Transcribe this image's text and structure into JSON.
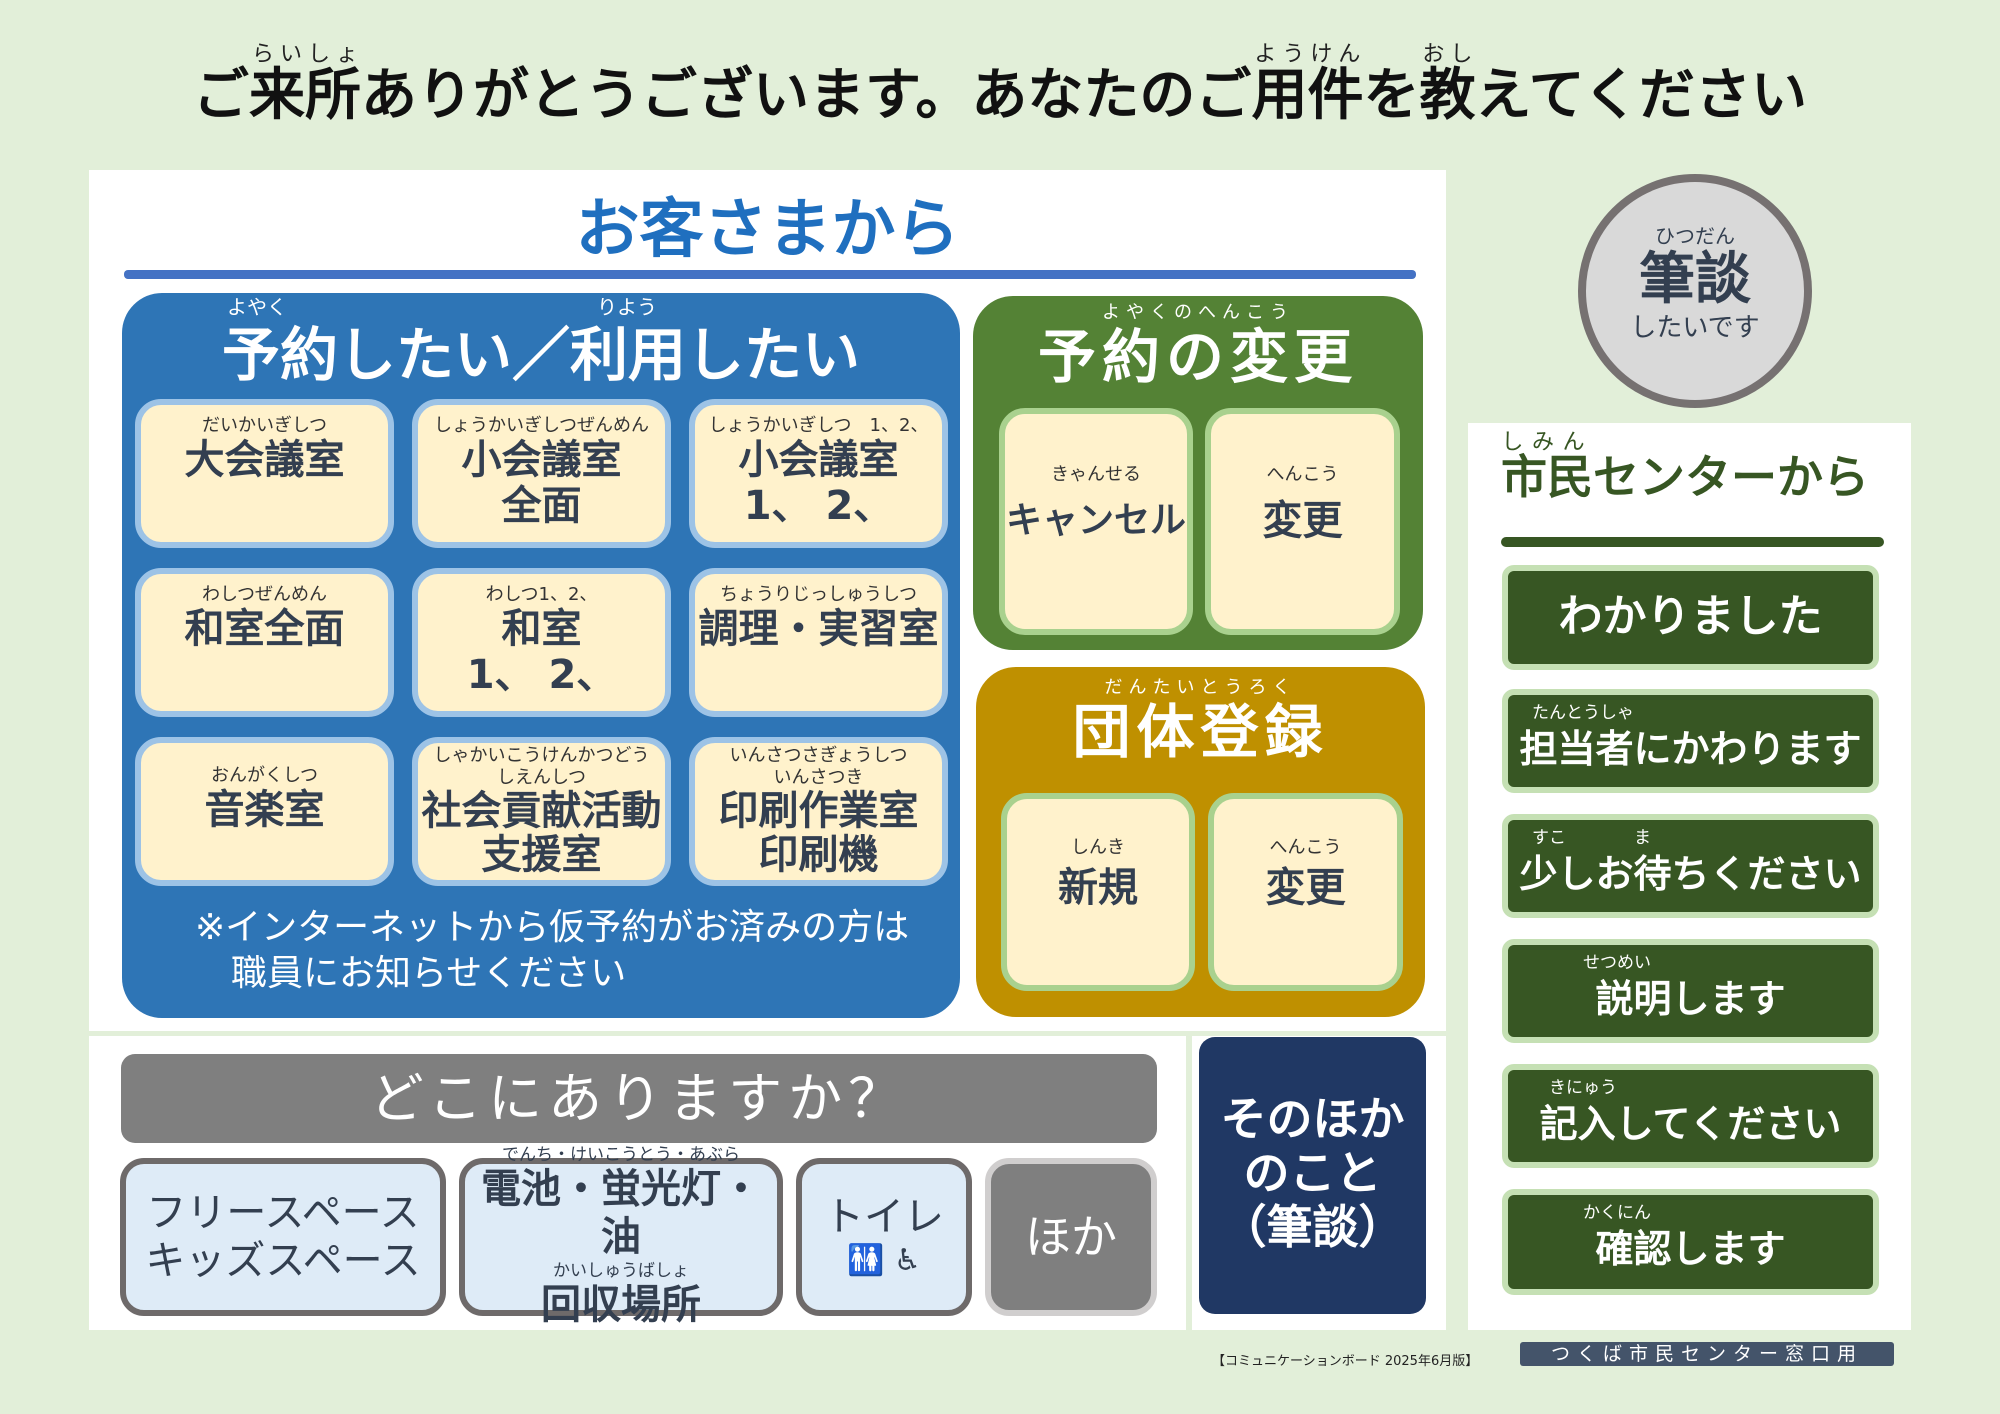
{
  "title": {
    "p1": "ご",
    "p2": "来所",
    "p2_ruby": "らいしょ",
    "p3": "ありがとうございます。あなたのご",
    "p4": "用件",
    "p4_ruby": "ようけん",
    "p5": "を",
    "p6": "教",
    "p6_ruby": "おし",
    "p7": "えてください"
  },
  "customer_heading": "お客さまから",
  "reserve": {
    "title": "予約したい／利用したい",
    "ruby1": "よやく",
    "ruby2": "りよう",
    "tiles": [
      {
        "ruby": "だいかいぎしつ",
        "label": "大会議室"
      },
      {
        "ruby": "しょうかいぎしつぜんめん",
        "label": "小会議室\n全面"
      },
      {
        "ruby": "しょうかいぎしつ　1、2、",
        "label": "小会議室\n1、 2、"
      },
      {
        "ruby": "わしつぜんめん",
        "label": "和室全面"
      },
      {
        "ruby": "わしつ1、2、",
        "label": "和室\n1、 2、"
      },
      {
        "ruby": "ちょうりじっしゅうしつ",
        "label": "調理・実習室"
      },
      {
        "ruby": "おんがくしつ",
        "label": "音楽室"
      },
      {
        "ruby": "しゃかいこうけんかつどう\nしえんしつ",
        "label": "社会貢献活動\n支援室"
      },
      {
        "ruby": "いんさつさぎょうしつ\nいんさつき",
        "label": "印刷作業室\n印刷機"
      }
    ],
    "note": "※インターネットから仮予約がお済みの方は\n　職員にお知らせください"
  },
  "change": {
    "ruby": "よやくのへんこう",
    "title": "予約の変更",
    "tiles": [
      {
        "ruby": "きゃんせる",
        "label": "キャンセル"
      },
      {
        "ruby": "へんこう",
        "label": "変更"
      }
    ]
  },
  "group": {
    "ruby": "だんたいとうろく",
    "title": "団体登録",
    "tiles": [
      {
        "ruby": "しんき",
        "label": "新規"
      },
      {
        "ruby": "へんこう",
        "label": "変更"
      }
    ]
  },
  "written": {
    "ruby": "ひつだん",
    "main": "筆談",
    "sub": "したいです"
  },
  "center": {
    "title_a": "市民",
    "title_a_ruby": "しみん",
    "title_b": "センターから",
    "buttons": [
      {
        "ruby": "",
        "label": "わかりました"
      },
      {
        "ruby": "たんとうしゃ",
        "label": "担当者にかわります"
      },
      {
        "ruby": "すこ　　　　ま",
        "label": "少しお待ちください"
      },
      {
        "ruby": "　　　せつめい",
        "label": "説明します"
      },
      {
        "ruby": "　きにゅう",
        "label": "記入してください"
      },
      {
        "ruby": "　　　かくにん",
        "label": "確認します"
      }
    ]
  },
  "where": {
    "title": "どこにありますか？",
    "buttons": [
      {
        "label": "フリースペース\nキッズスペース"
      },
      {
        "ruby1": "でんち・けいこうとう・あぶら",
        "label1": "電池・蛍光灯・油",
        "ruby2": "かいしゅうばしょ",
        "label2": "回収場所"
      },
      {
        "label": "トイレ",
        "icons": [
          "restroom-icon",
          "wheelchair-icon"
        ]
      },
      {
        "label": "ほか"
      }
    ]
  },
  "other": "そのほか\nのこと\n（筆談）",
  "footer": {
    "caption": "【コミュニケーションボード 2025年6月版】",
    "badge": "つくば市民センター窓口用"
  },
  "colors": {
    "background": "#e2efd9",
    "blue": "#2e75b6",
    "green": "#548235",
    "gold": "#bf9000",
    "dark_green": "#375623",
    "navy": "#203864",
    "tile": "#fff2cc"
  }
}
